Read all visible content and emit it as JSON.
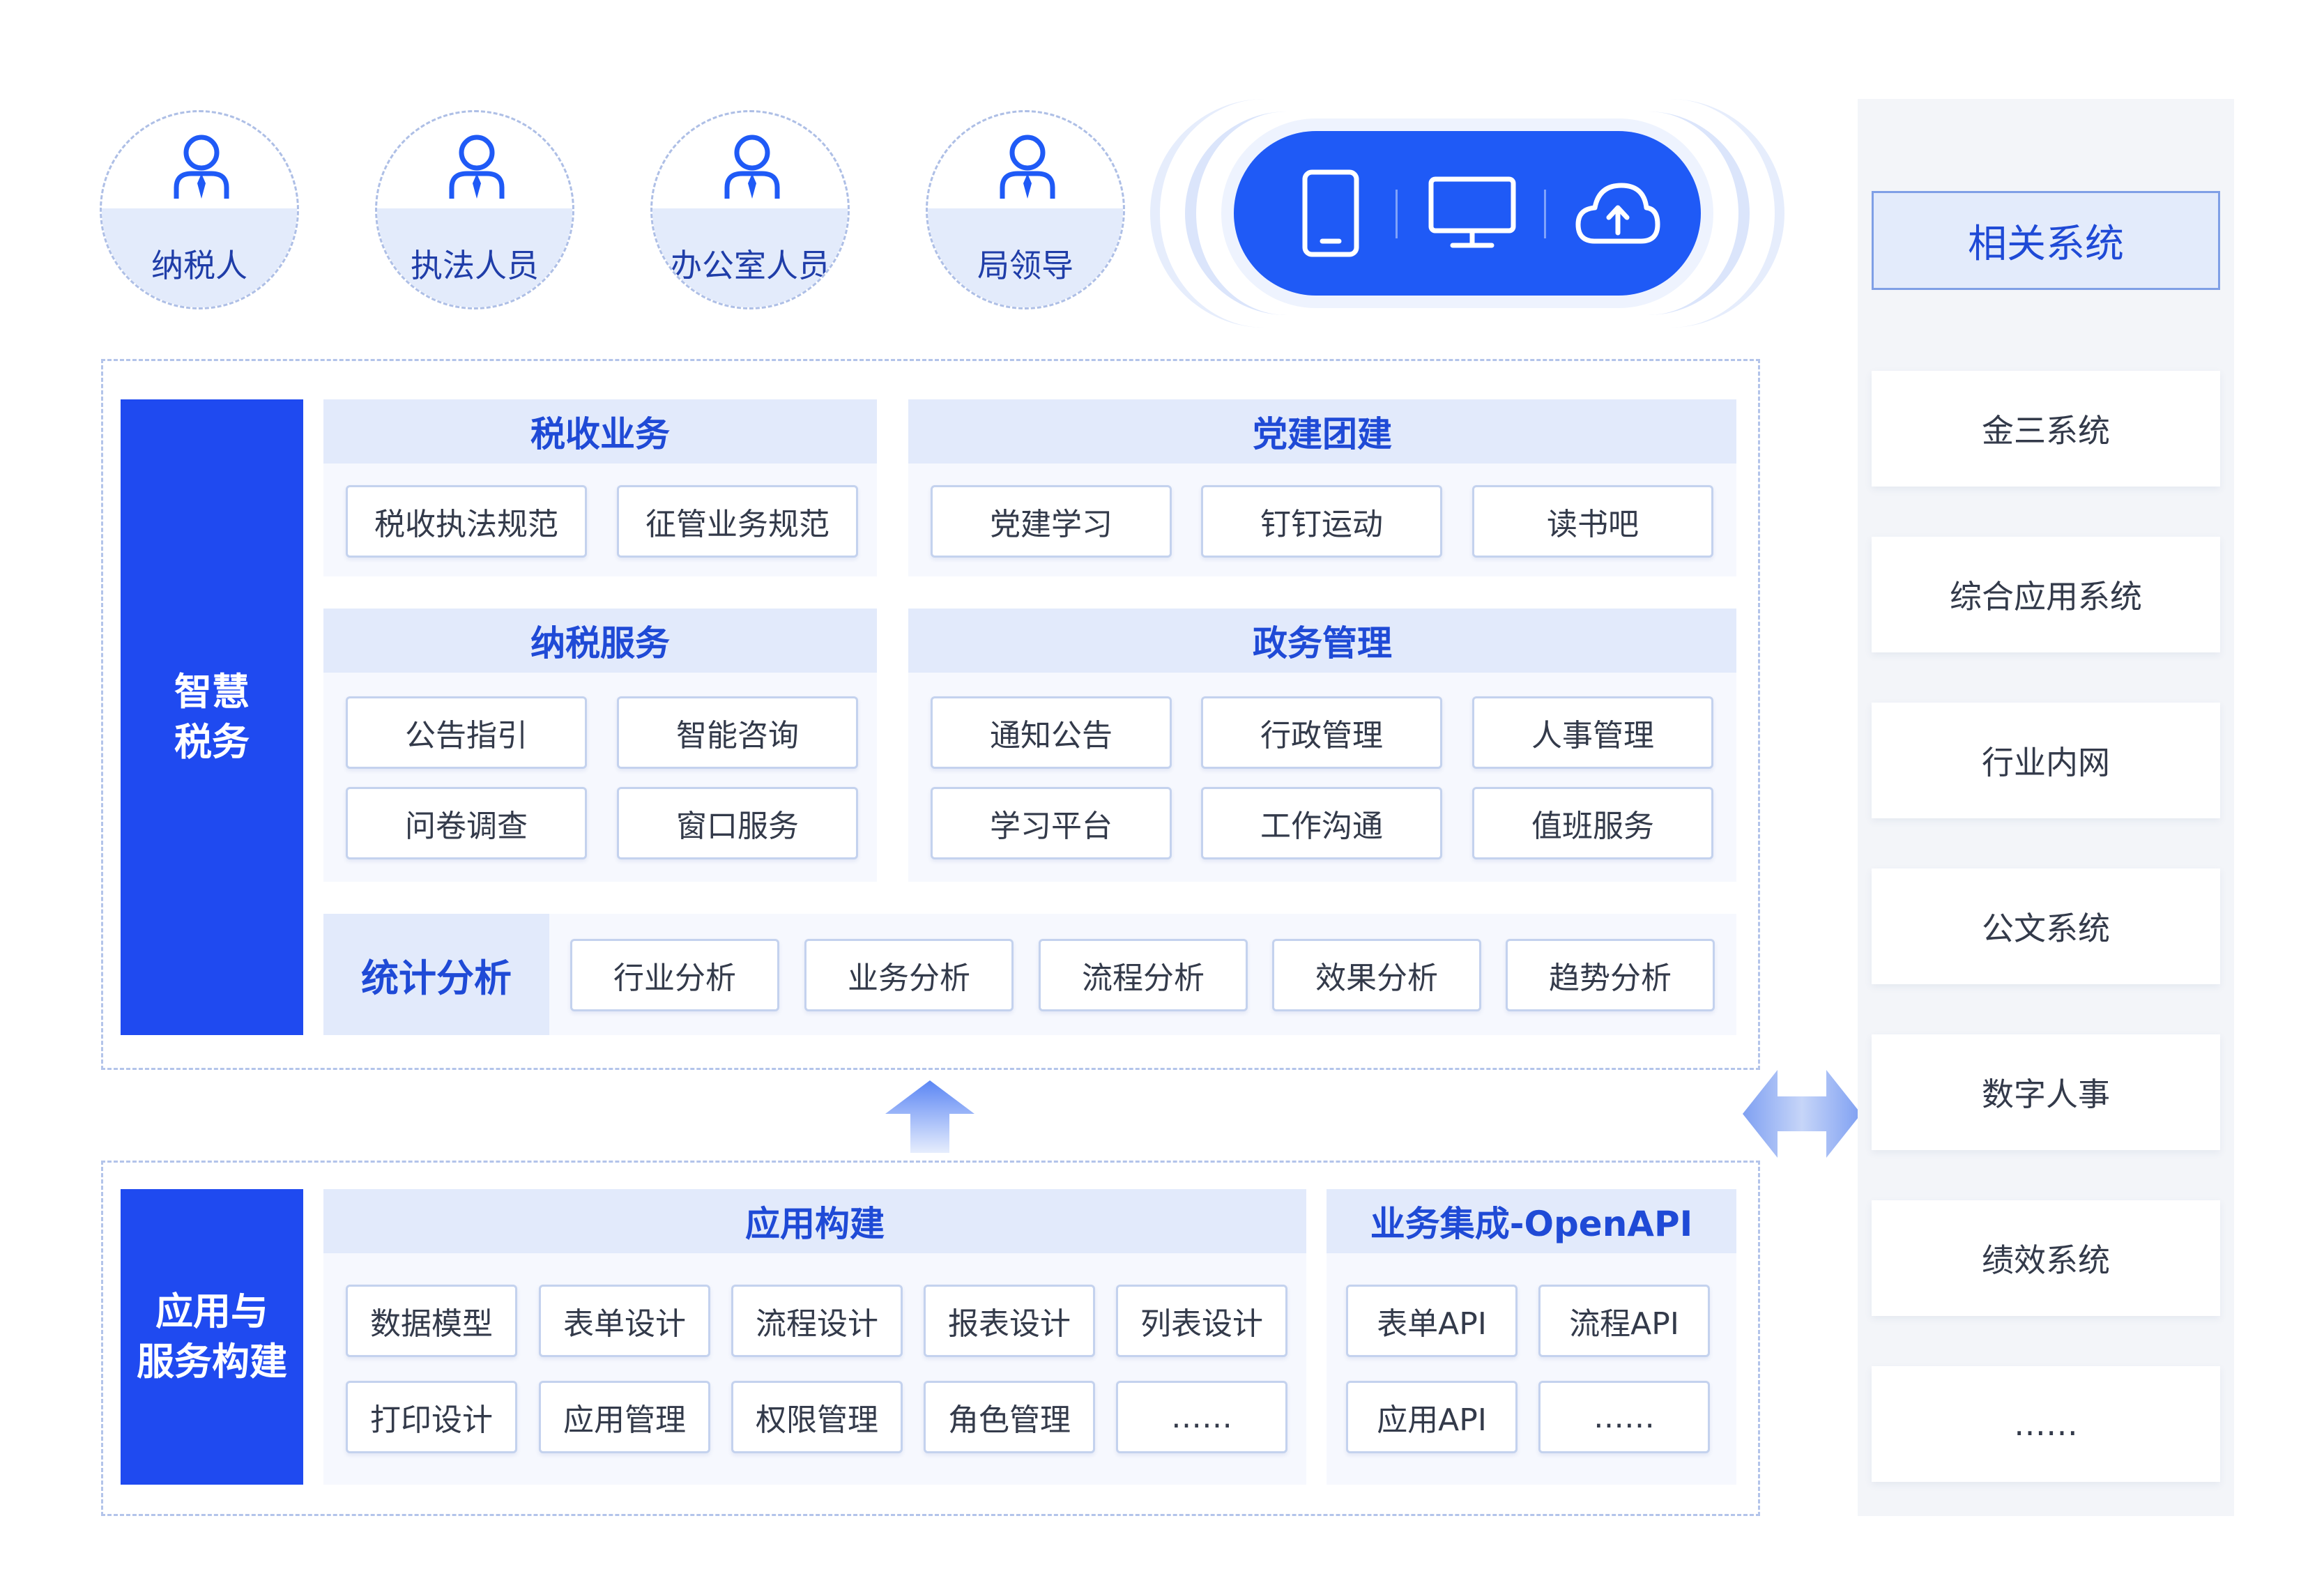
{
  "users": [
    {
      "label": "纳税人"
    },
    {
      "label": "执法人员"
    },
    {
      "label": "办公室人员"
    },
    {
      "label": "局领导"
    }
  ],
  "devices": [
    "mobile-icon",
    "monitor-icon",
    "cloud-upload-icon"
  ],
  "top_section": {
    "label": "智慧\n税务",
    "cards": {
      "tax_business": {
        "title": "税收业务",
        "items": [
          "税收执法规范",
          "征管业务规范"
        ]
      },
      "party_building": {
        "title": "党建团建",
        "items": [
          "党建学习",
          "钉钉运动",
          "读书吧"
        ]
      },
      "taxpayer_service": {
        "title": "纳税服务",
        "items": [
          "公告指引",
          "智能咨询",
          "问卷调查",
          "窗口服务"
        ]
      },
      "gov_management": {
        "title": "政务管理",
        "items": [
          "通知公告",
          "行政管理",
          "人事管理",
          "学习平台",
          "工作沟通",
          "值班服务"
        ]
      }
    },
    "statistics": {
      "title": "统计分析",
      "items": [
        "行业分析",
        "业务分析",
        "流程分析",
        "效果分析",
        "趋势分析"
      ]
    }
  },
  "bottom_section": {
    "label": "应用与\n服务构建",
    "app_build": {
      "title": "应用构建",
      "items": [
        "数据模型",
        "表单设计",
        "流程设计",
        "报表设计",
        "列表设计",
        "打印设计",
        "应用管理",
        "权限管理",
        "角色管理",
        "……"
      ]
    },
    "integration": {
      "title": "业务集成-OpenAPI",
      "items": [
        "表单API",
        "流程API",
        "应用API",
        "……"
      ]
    }
  },
  "related_systems": {
    "title": "相关系统",
    "items": [
      "金三系统",
      "综合应用系统",
      "行业内网",
      "公文系统",
      "数字人事",
      "绩效系统",
      "……"
    ]
  },
  "colors": {
    "primary": "#1f4af0",
    "header_bg": "#e2eafb",
    "card_bg": "#f6f8fe",
    "text_blue": "#1f4ad6"
  }
}
